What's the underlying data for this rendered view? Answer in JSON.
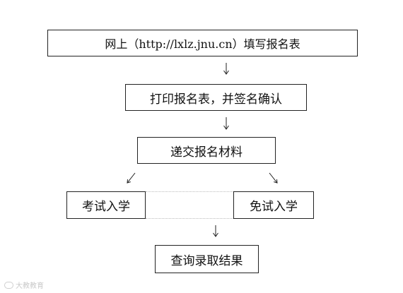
{
  "diagram": {
    "step_online": "网上（http://lxlz.jnu.cn）填写报名表",
    "step_print": "打印报名表，并签名确认",
    "step_submit": "递交报名材料",
    "option_exam": "考试入学",
    "option_exempt": "免试入学",
    "step_result": "查询录取结果"
  },
  "watermark": {
    "text": "大教教育"
  }
}
